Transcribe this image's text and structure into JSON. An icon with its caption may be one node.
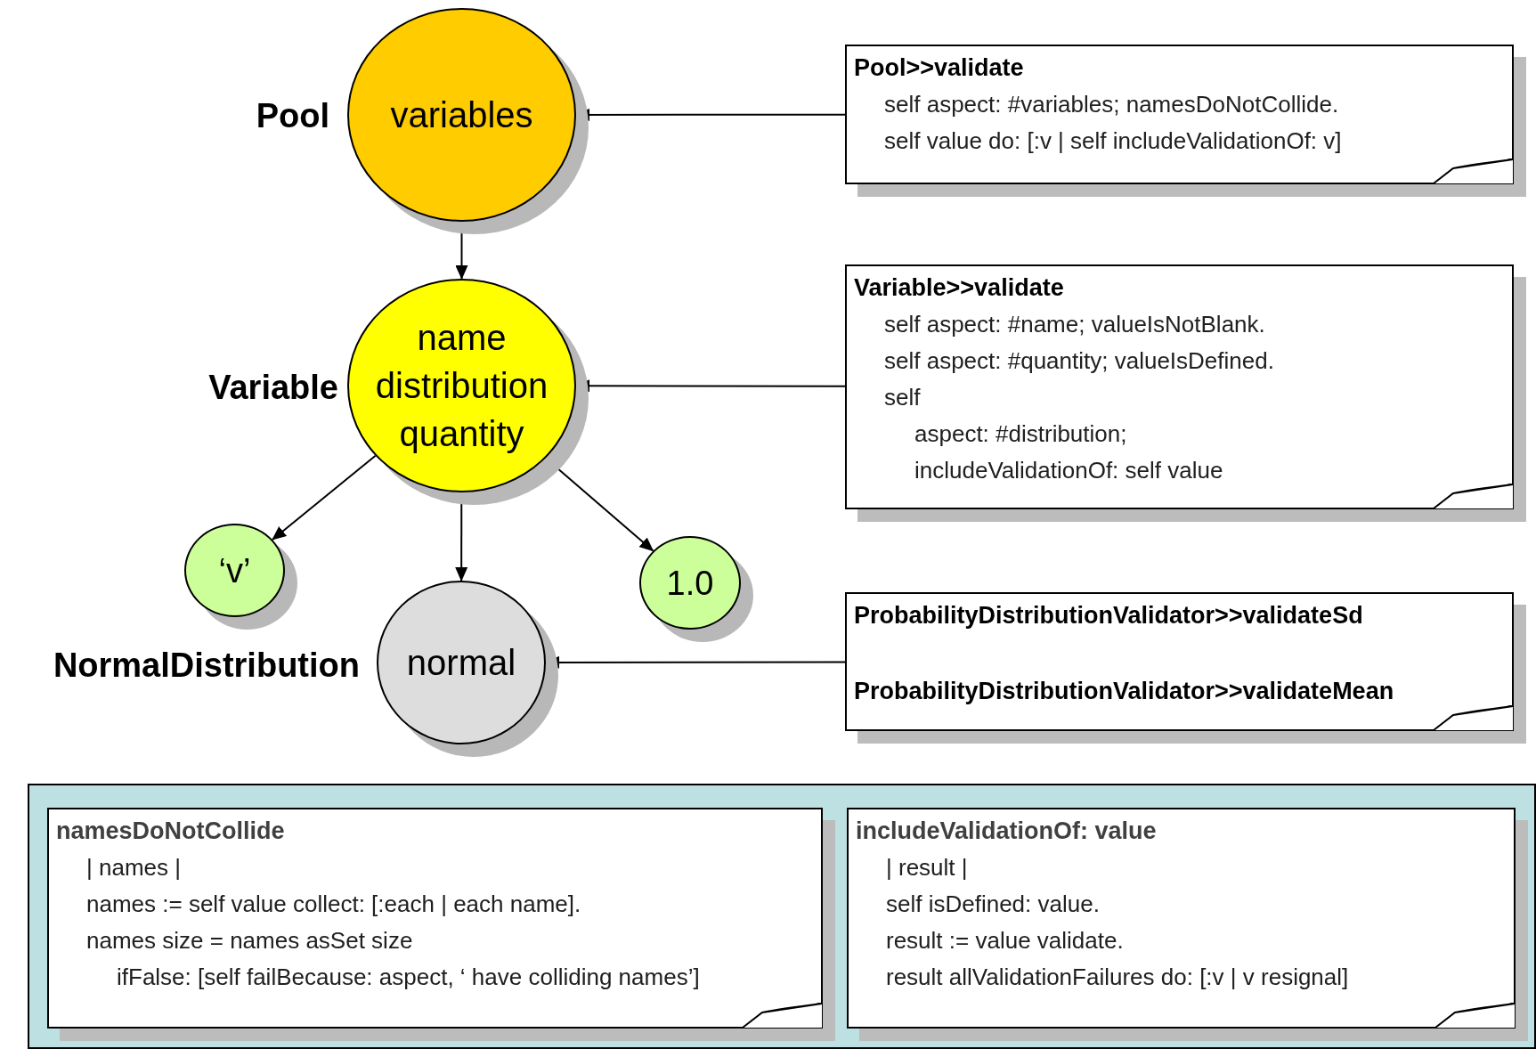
{
  "diagram": {
    "nodes": [
      {
        "text": [
          "variables"
        ],
        "beside": [
          "Pool"
        ]
      },
      {
        "text": [
          "name",
          "distribution",
          "quantity"
        ],
        "beside": [
          "Variable"
        ]
      },
      {
        "text": [
          "‘v’"
        ]
      },
      {
        "text": [
          "normal"
        ],
        "beside": [
          "NormalDistribution"
        ]
      },
      {
        "text": [
          "1.0"
        ]
      },
      {
        "text": [
          "Pool>>validate",
          "self aspect: #variables; namesDoNotCollide.",
          "self value do: [:v | self includeValidationOf: v]"
        ]
      },
      {
        "text": [
          "Variable>>validate",
          "self aspect: #name; valueIsNotBlank.",
          "self aspect: #quantity; valueIsDefined.",
          "self",
          "aspect: #distribution;",
          "includeValidationOf: self value"
        ]
      },
      {
        "text": [
          "ProbabilityDistributionValidator>>validateSd",
          "ProbabilityDistributionValidator>>validateMean"
        ]
      },
      {
        "text": [],
        "shape": "box"
      },
      {
        "text": [
          "namesDoNotCollide",
          "| names |",
          "names := self value collect: [:each | each name].",
          "names size = names asSet size",
          "ifFalse: [self failBecause: aspect, ‘ have colliding names’]"
        ],
        "in": 8
      },
      {
        "text": [
          "includeValidationOf: value",
          "| result |",
          "self isDefined: value.",
          "result := value validate.",
          "result allValidationFailures do: [:v | v resignal]"
        ],
        "in": 8
      }
    ],
    "edges": [
      {
        "from": 0,
        "to": 1,
        "arrow": "to"
      },
      {
        "from": 1,
        "to": 2,
        "arrow": "to"
      },
      {
        "from": 1,
        "to": 3,
        "arrow": "to"
      },
      {
        "from": 1,
        "to": 4,
        "arrow": "to"
      },
      {
        "from": 5,
        "to": 0,
        "arrow": "to"
      },
      {
        "from": 6,
        "to": 1,
        "arrow": "to"
      },
      {
        "from": 7,
        "to": 3,
        "arrow": "to"
      }
    ]
  }
}
